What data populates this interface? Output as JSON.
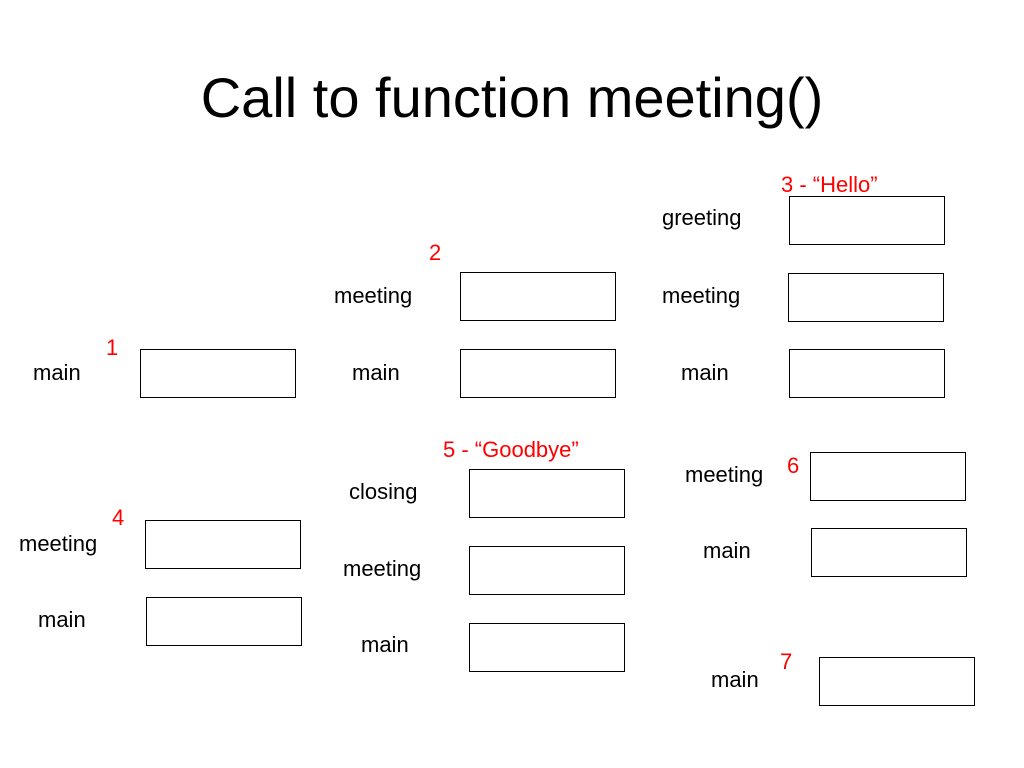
{
  "title": "Call to function meeting()",
  "accent_color": "#ff0000",
  "steps": [
    {
      "label": "1",
      "frames": [
        "main"
      ]
    },
    {
      "label": "2",
      "frames": [
        "meeting",
        "main"
      ]
    },
    {
      "label": "3 - “Hello”",
      "frames": [
        "greeting",
        "meeting",
        "main"
      ]
    },
    {
      "label": "4",
      "frames": [
        "meeting",
        "main"
      ]
    },
    {
      "label": "5 - “Goodbye”",
      "frames": [
        "closing",
        "meeting",
        "main"
      ]
    },
    {
      "label": "6",
      "frames": [
        "meeting",
        "main"
      ]
    },
    {
      "label": "7",
      "frames": [
        "main"
      ]
    }
  ]
}
